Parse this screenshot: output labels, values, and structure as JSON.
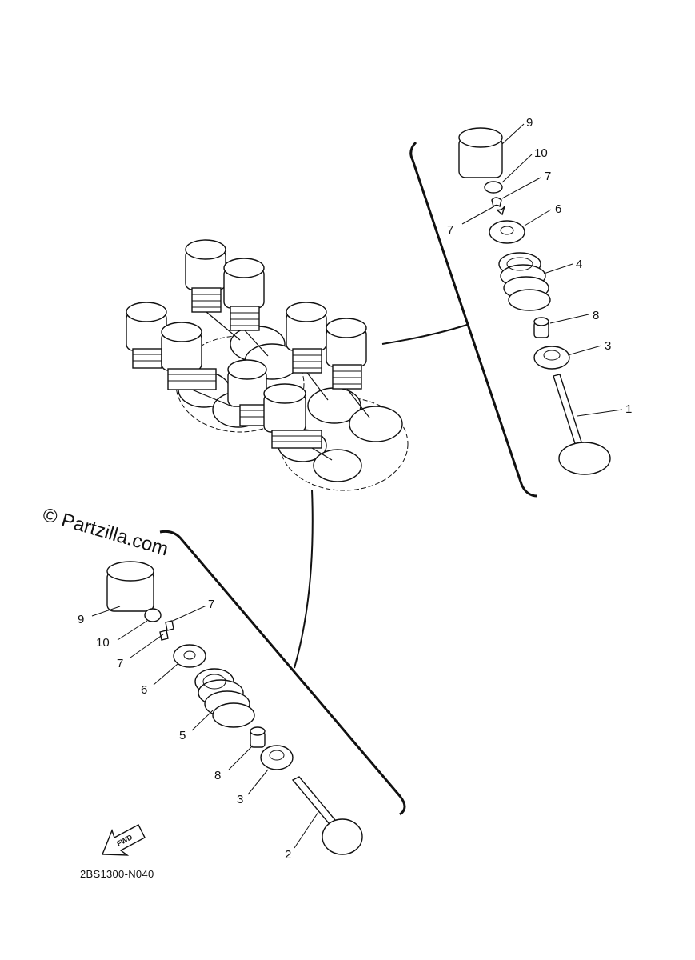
{
  "watermark": "© Partzilla.com",
  "diagram_code": "2BS1300-N040",
  "fwd_label": "FWD",
  "callouts": [
    {
      "id": "c-1",
      "label": "1"
    },
    {
      "id": "c-2",
      "label": "2"
    },
    {
      "id": "c-3r",
      "label": "3"
    },
    {
      "id": "c-3l",
      "label": "3"
    },
    {
      "id": "c-4",
      "label": "4"
    },
    {
      "id": "c-5",
      "label": "5"
    },
    {
      "id": "c-6r",
      "label": "6"
    },
    {
      "id": "c-6l",
      "label": "6"
    },
    {
      "id": "c-7r1",
      "label": "7"
    },
    {
      "id": "c-7r2",
      "label": "7"
    },
    {
      "id": "c-7l1",
      "label": "7"
    },
    {
      "id": "c-7l2",
      "label": "7"
    },
    {
      "id": "c-8r",
      "label": "8"
    },
    {
      "id": "c-8l",
      "label": "8"
    },
    {
      "id": "c-9r",
      "label": "9"
    },
    {
      "id": "c-9l",
      "label": "9"
    },
    {
      "id": "c-10r",
      "label": "10"
    },
    {
      "id": "c-10l",
      "label": "10"
    }
  ]
}
